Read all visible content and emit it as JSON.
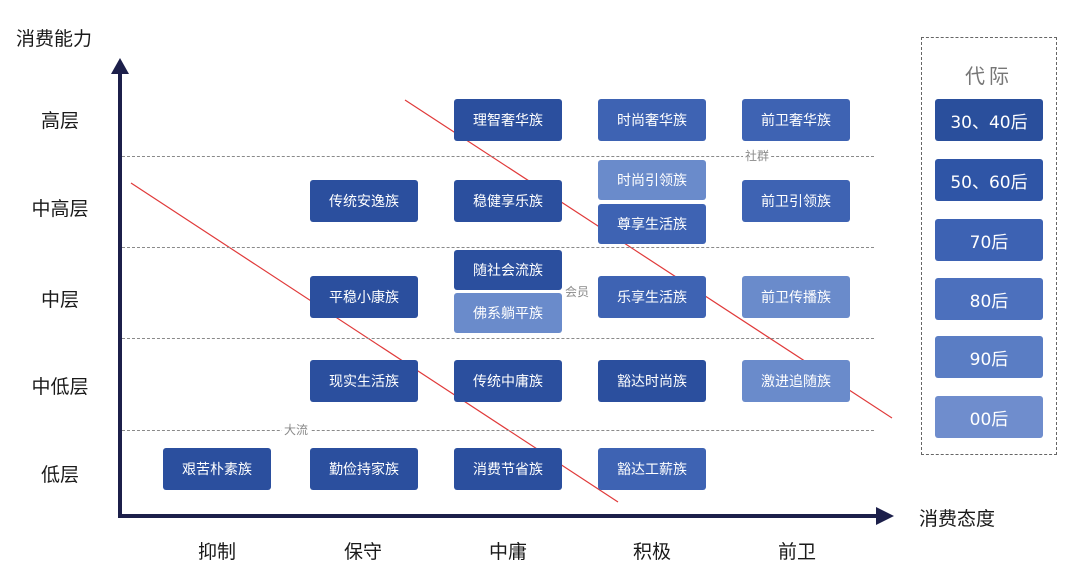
{
  "axes": {
    "y_title": "消费能力",
    "x_title": "消费态度"
  },
  "levels": [
    "高层",
    "中高层",
    "中层",
    "中低层",
    "低层"
  ],
  "attitudes": [
    "抑制",
    "保守",
    "中庸",
    "积极",
    "前卫"
  ],
  "groups": {
    "lizhi_shehua": "理智奢华族",
    "shishang_shehua": "时尚奢华族",
    "qianwei_shehua": "前卫奢华族",
    "chuantong_anyi": "传统安逸族",
    "wenjian_xiangle": "稳健享乐族",
    "shishang_yinling": "时尚引领族",
    "zunxiang_shenghuo": "尊享生活族",
    "qianwei_yinling": "前卫引领族",
    "pingwen_xiaokang": "平稳小康族",
    "suishehui_liu": "随社会流族",
    "foxi_tangping": "佛系躺平族",
    "lexiang_shenghuo": "乐享生活族",
    "qianwei_chuanbo": "前卫传播族",
    "xianshi_shenghuo": "现实生活族",
    "chuantong_zhongyong": "传统中庸族",
    "huoda_shishang": "豁达时尚族",
    "jijin_zhuisui": "激进追随族",
    "jianku_pusu": "艰苦朴素族",
    "qinjian_chijia": "勤俭持家族",
    "xiaofei_jiesheng": "消费节省族",
    "huoda_gongxin": "豁达工薪族"
  },
  "dividers": {
    "dazhong": "大流",
    "huiyuan": "会员",
    "shequn": "社群"
  },
  "generations": {
    "title": "代际",
    "items": [
      "30、40后",
      "50、60后",
      "70后",
      "80后",
      "90后",
      "00后"
    ]
  },
  "colors": {
    "dark": "#2b4f9e",
    "medium": "#3e63b3",
    "light": "#6a8bcb",
    "gen": [
      "#2a4f9c",
      "#2f55a6",
      "#3d62b3",
      "#4c70bd",
      "#5a7dc4",
      "#6f8dcd"
    ],
    "red_line": "#e03a3a",
    "axis": "#1c1f4a"
  }
}
